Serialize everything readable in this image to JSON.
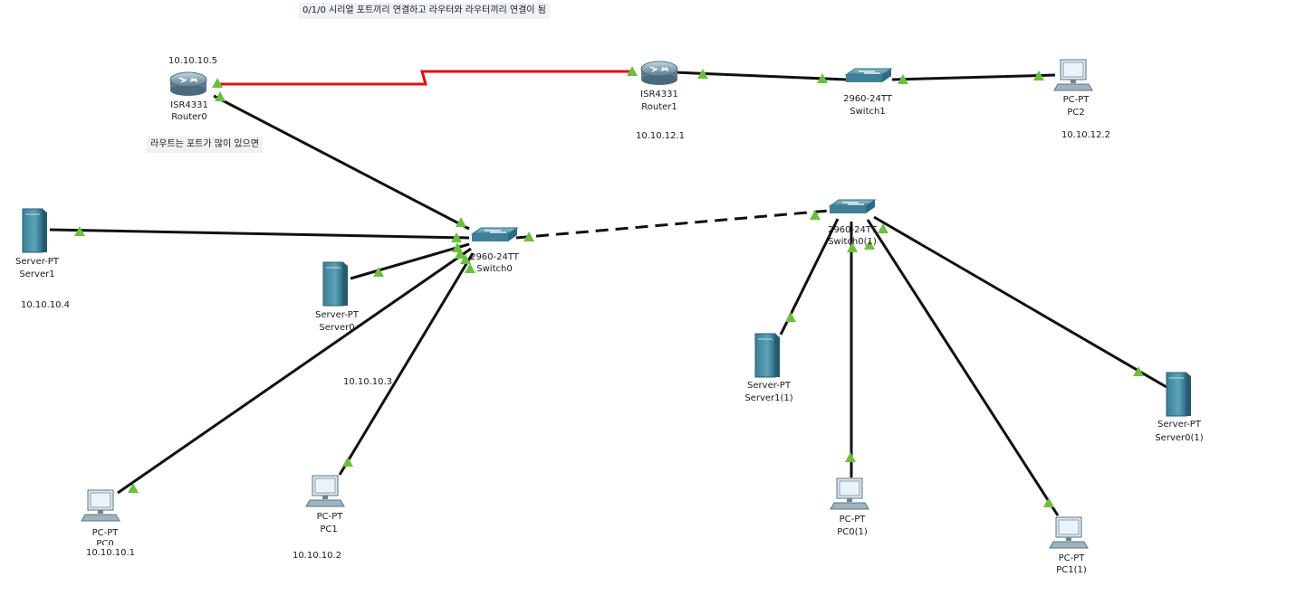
{
  "notes": {
    "top": "0/1/0 시리얼 포트끼리 연결하고 라우터와 라우터끼리 연결이 됨",
    "router": "라우트는 포트가 많이 있으면"
  },
  "devices": {
    "router0": {
      "model": "ISR4331",
      "name": "Router0",
      "ip": "10.10.10.5"
    },
    "router1": {
      "model": "ISR4331",
      "name": "Router1",
      "ip": "10.10.12.1"
    },
    "switch1": {
      "model": "2960-24TT",
      "name": "Switch1"
    },
    "pc2": {
      "model": "PC-PT",
      "name": "PC2",
      "ip": "10.10.12.2"
    },
    "switch0": {
      "model": "2960-24TT",
      "name": "Switch0"
    },
    "switch0_1": {
      "model": "2960-24TT",
      "name": "Switch0(1)"
    },
    "server1": {
      "model": "Server-PT",
      "name": "Server1",
      "ip": "10.10.10.4"
    },
    "server0": {
      "model": "Server-PT",
      "name": "Server0",
      "ip": "10.10.10.3"
    },
    "pc0": {
      "model": "PC-PT",
      "name": "PC0",
      "ip": "10.10.10.1"
    },
    "pc1": {
      "model": "PC-PT",
      "name": "PC1",
      "ip": "10.10.10.2"
    },
    "server1_1": {
      "model": "Server-PT",
      "name": "Server1(1)"
    },
    "pc0_1": {
      "model": "PC-PT",
      "name": "PC0(1)"
    },
    "pc1_1": {
      "model": "PC-PT",
      "name": "PC1(1)"
    },
    "server0_1": {
      "model": "Server-PT",
      "name": "Server0(1)"
    }
  },
  "colors": {
    "serial_link": "#e01010",
    "ethernet_link": "#111111",
    "link_up": "#6cbf3c",
    "device": "#4a8fa8"
  }
}
